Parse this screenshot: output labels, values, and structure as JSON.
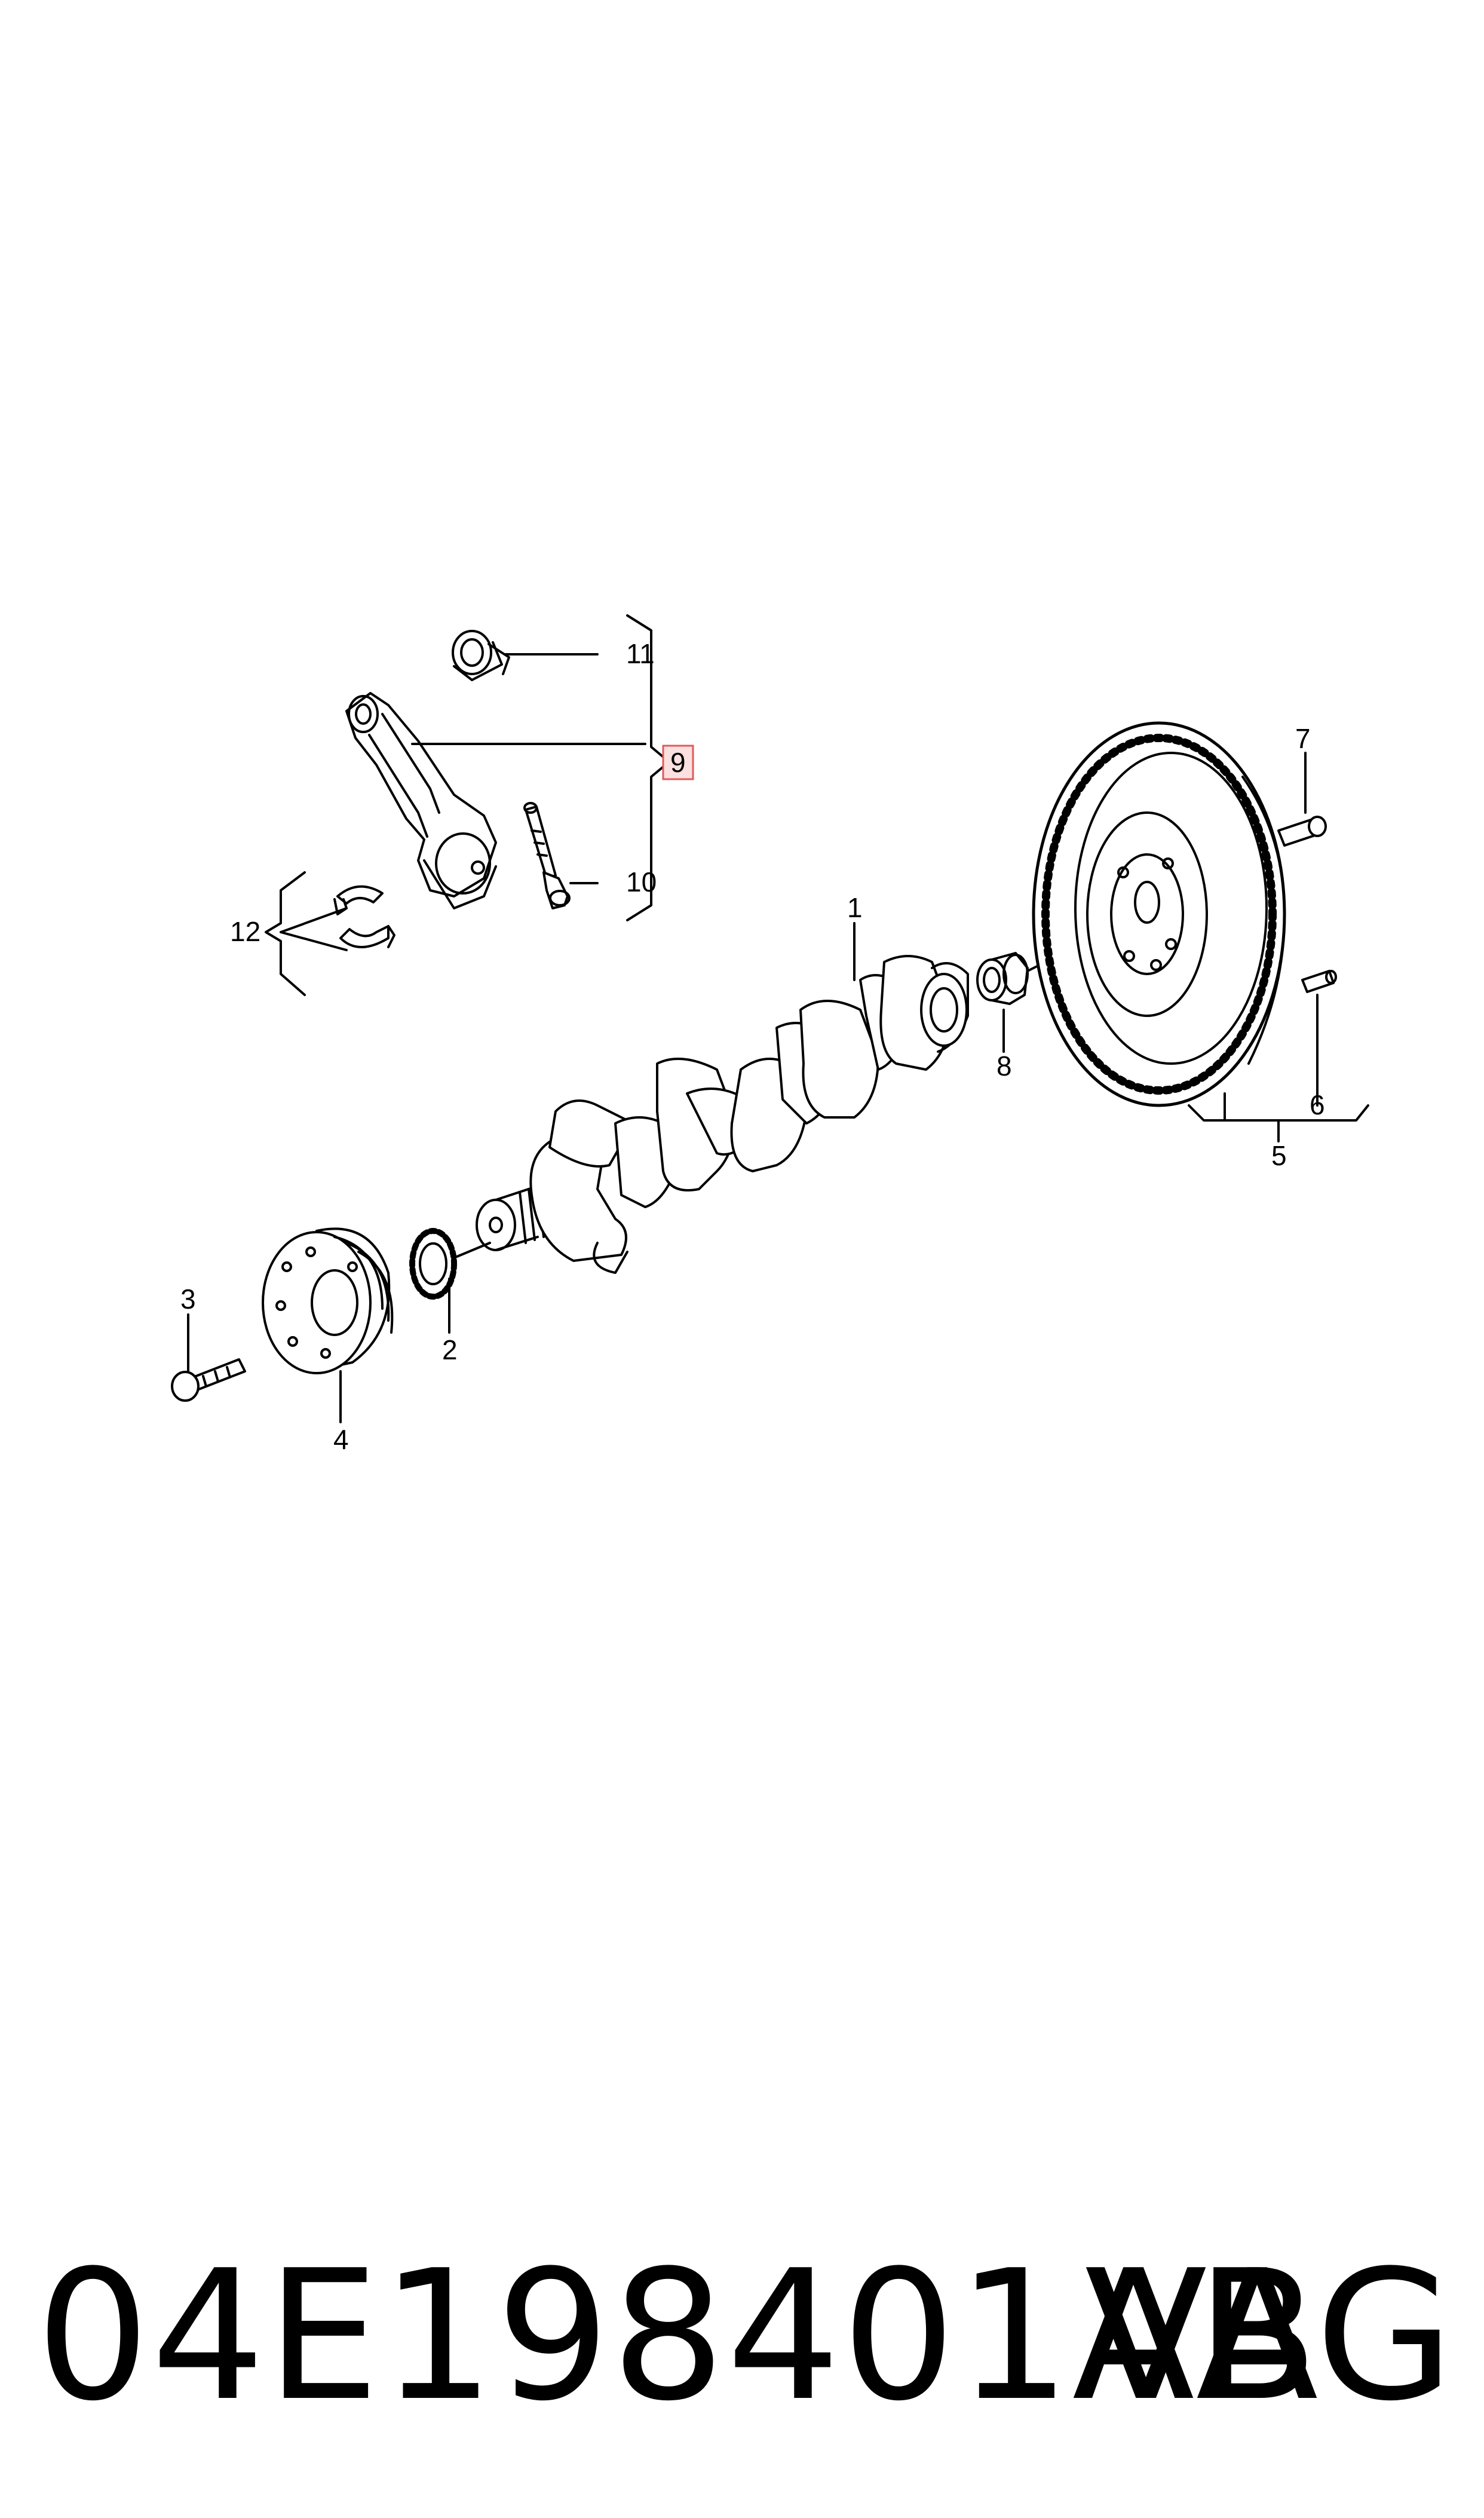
{
  "diagram": {
    "callouts": {
      "c1": "1",
      "c2": "2",
      "c3": "3",
      "c4": "4",
      "c5": "5",
      "c6": "6",
      "c7": "7",
      "c8": "8",
      "c9": "9",
      "c10": "10",
      "c11": "11",
      "c12": "12"
    },
    "highlighted_callout": "9",
    "highlight_color": "#e05a5a"
  },
  "footer": {
    "part_number": "04E198401AB",
    "brand": "VAG"
  }
}
